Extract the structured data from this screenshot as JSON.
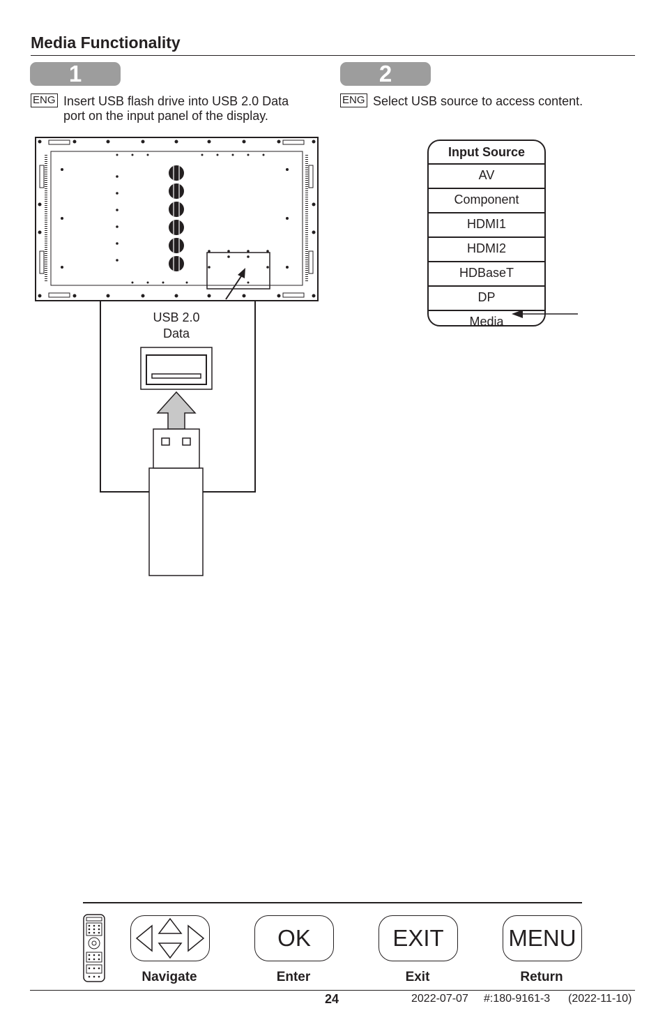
{
  "header": {
    "title": "Media Functionality"
  },
  "step1": {
    "number": "1",
    "lang": "ENG",
    "line1": "Insert USB flash drive into USB 2.0 Data",
    "line2": "port on the input panel of the display.",
    "port_label_1": "USB 2.0",
    "port_label_2": "Data"
  },
  "step2": {
    "number": "2",
    "lang": "ENG",
    "text": "Select USB source to access content.",
    "menu_title": "Input Source",
    "menu_items": [
      "AV",
      "Component",
      "HDMI1",
      "HDMI2",
      "HDBaseT",
      "DP",
      "Media"
    ],
    "selected_item": "Media"
  },
  "remote_legend": {
    "buttons": [
      {
        "glyph": "",
        "label": "Navigate"
      },
      {
        "glyph": "OK",
        "label": "Enter"
      },
      {
        "glyph": "EXIT",
        "label": "Exit"
      },
      {
        "glyph": "MENU",
        "label": "Return"
      }
    ]
  },
  "footer": {
    "page_number": "24",
    "date": "2022-07-07",
    "doc_number": "#:180-9161-3",
    "revision": "(2022-11-10)"
  }
}
